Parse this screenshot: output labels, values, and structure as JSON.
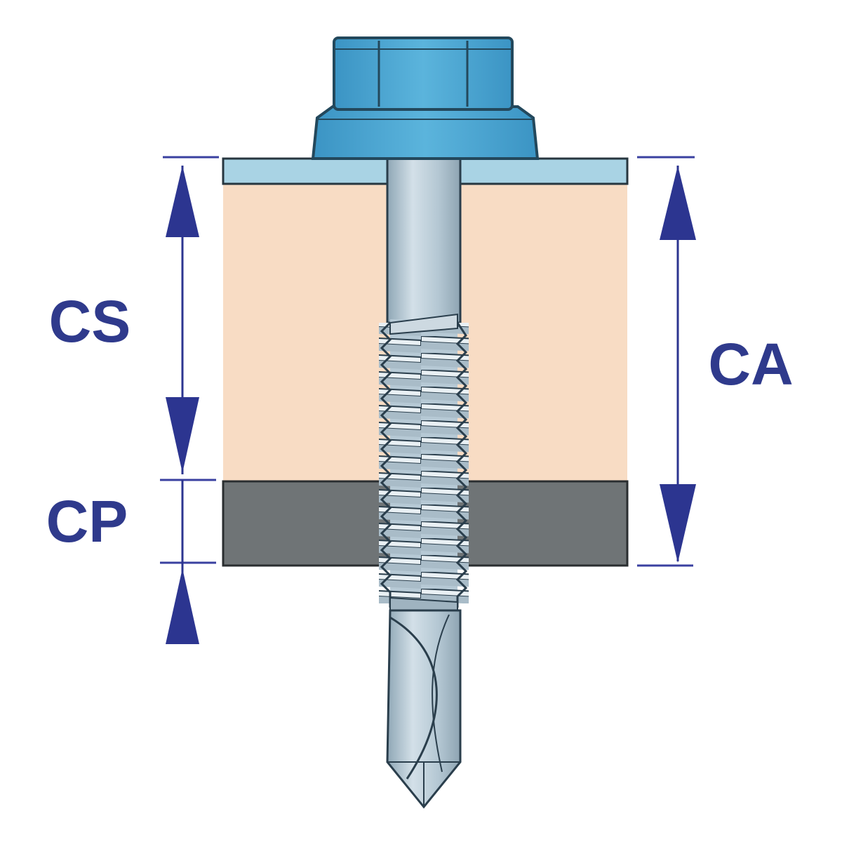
{
  "labels": {
    "cs": "CS",
    "cp": "CP",
    "ca": "CA"
  },
  "colors": {
    "background": "#ffffff",
    "dimension_navy": "#2c3590",
    "dimension_tick": "#3a40a0",
    "label_text": "#2f3a8c",
    "top_sheet": "#a9d3e4",
    "insulation": "#f8dcc4",
    "base_sheet": "#6f7476",
    "screw_head": "#4aa6d2",
    "screw_head_outline": "#23485c",
    "screw_shank": "#b7cad6",
    "screw_outline": "#2a3e4c"
  },
  "icons": {
    "fastener": "self-drilling-screw-with-hex-washer-head"
  }
}
